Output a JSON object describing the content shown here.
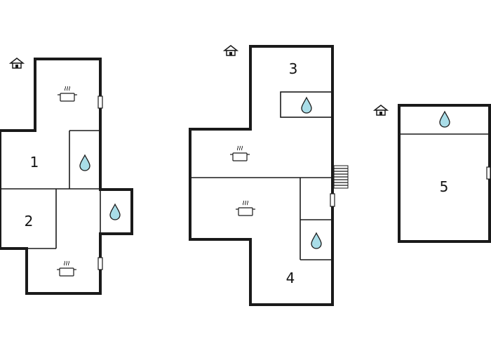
{
  "floorplan": {
    "rooms": [
      {
        "id": "room-1",
        "label": "1"
      },
      {
        "id": "room-2",
        "label": "2"
      },
      {
        "id": "room-3",
        "label": "3"
      },
      {
        "id": "room-4",
        "label": "4"
      },
      {
        "id": "room-5",
        "label": "5"
      }
    ],
    "icons": {
      "entrance": "house-entrance-icon",
      "bathroom": "water-drop-icon",
      "kitchen": "cooking-pot-icon",
      "window": "window-icon",
      "stairs": "stairs-icon"
    },
    "colors": {
      "wall": "#1a1a1a",
      "water_drop": "#a9dde8",
      "background": "#ffffff"
    }
  }
}
